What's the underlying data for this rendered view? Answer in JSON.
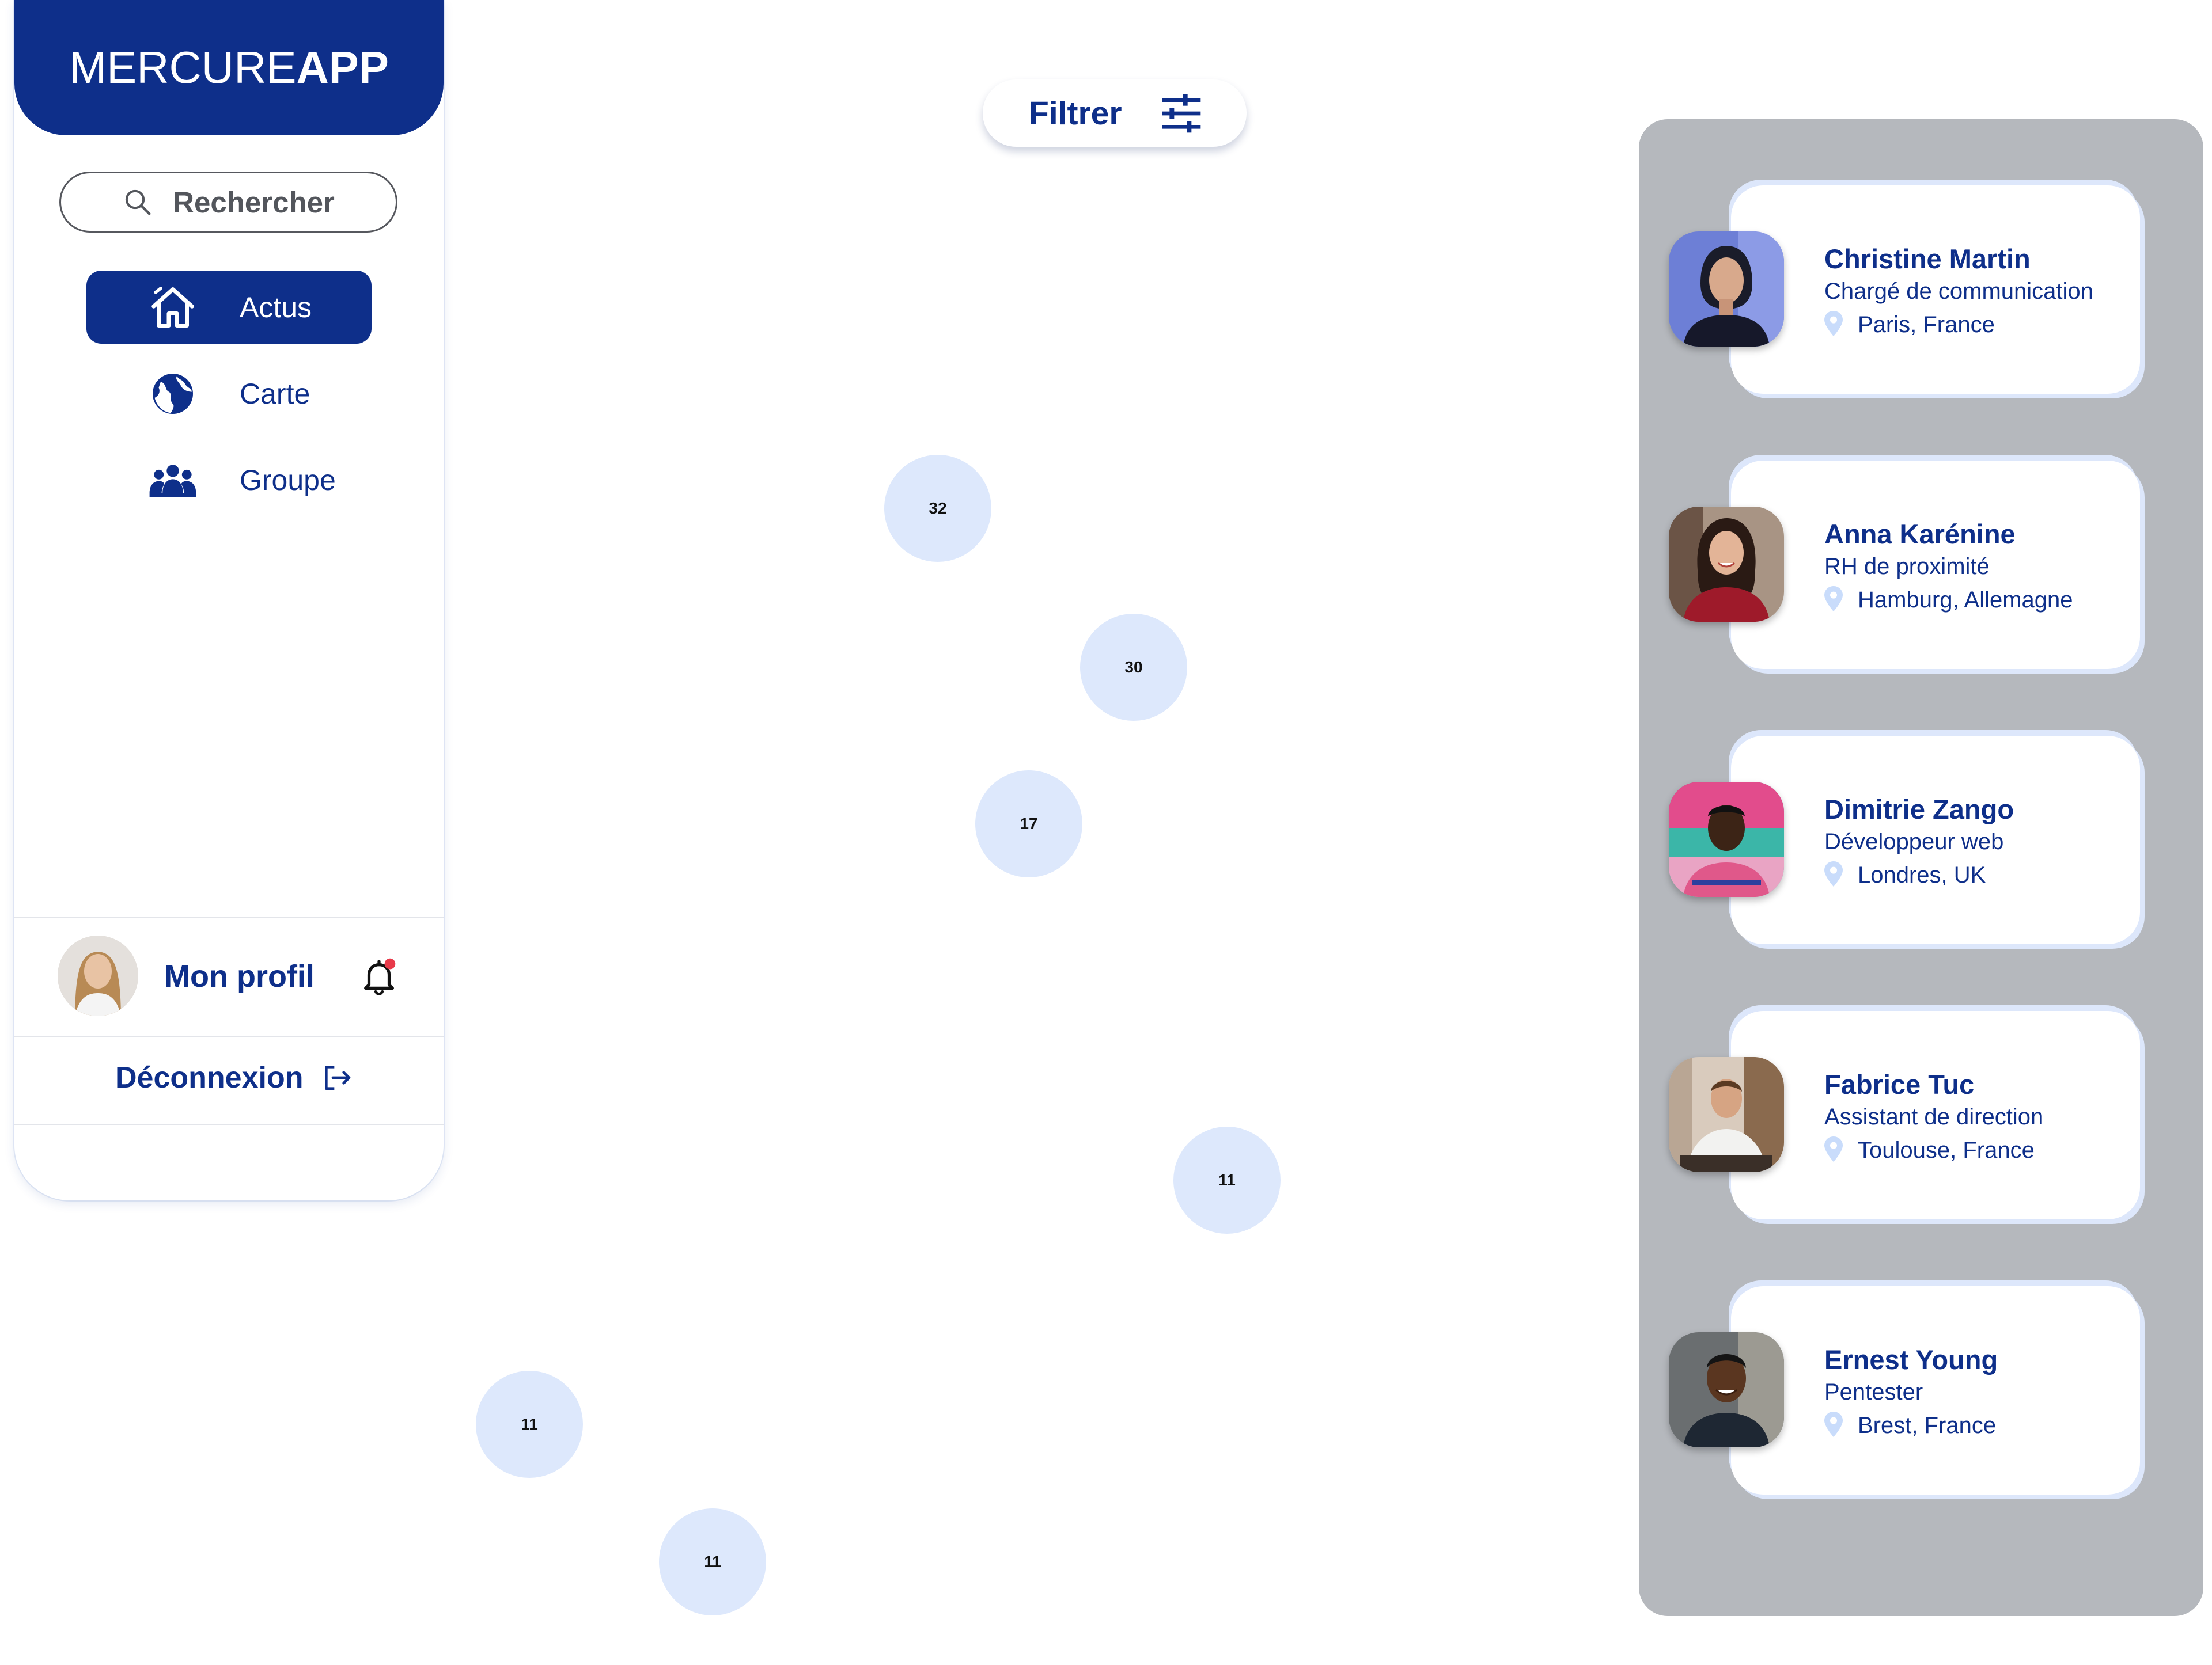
{
  "app": {
    "brand_light": "MERCURE",
    "brand_bold": "APP"
  },
  "sidebar": {
    "search_label": "Rechercher",
    "items": [
      {
        "label": "Actus",
        "icon": "home-icon",
        "active": true
      },
      {
        "label": "Carte",
        "icon": "globe-icon",
        "active": false
      },
      {
        "label": "Groupe",
        "icon": "group-icon",
        "active": false
      }
    ],
    "profile_label": "Mon profil",
    "notification_dot_color": "#e83a4a",
    "logout_label": "Déconnexion"
  },
  "filter": {
    "label": "Filtrer",
    "icon": "sliders-icon"
  },
  "map": {
    "clusters": [
      {
        "count": "32"
      },
      {
        "count": "30"
      },
      {
        "count": "17"
      },
      {
        "count": "11"
      },
      {
        "count": "11"
      },
      {
        "count": "11"
      }
    ]
  },
  "people": [
    {
      "name": "Christine Martin",
      "role": "Chargé de communication",
      "location": "Paris, France"
    },
    {
      "name": "Anna Karénine",
      "role": "RH de proximité",
      "location": "Hamburg, Allemagne"
    },
    {
      "name": "Dimitrie Zango",
      "role": "Développeur web",
      "location": "Londres, UK"
    },
    {
      "name": "Fabrice Tuc",
      "role": "Assistant de direction",
      "location": "Toulouse, France"
    },
    {
      "name": "Ernest Young",
      "role": "Pentester",
      "location": "Brest, France"
    }
  ],
  "colors": {
    "primary": "#0e2f8a",
    "cluster": "#dde8fc",
    "panel": "#b5b8bd",
    "pin": "#c9dcfb"
  }
}
